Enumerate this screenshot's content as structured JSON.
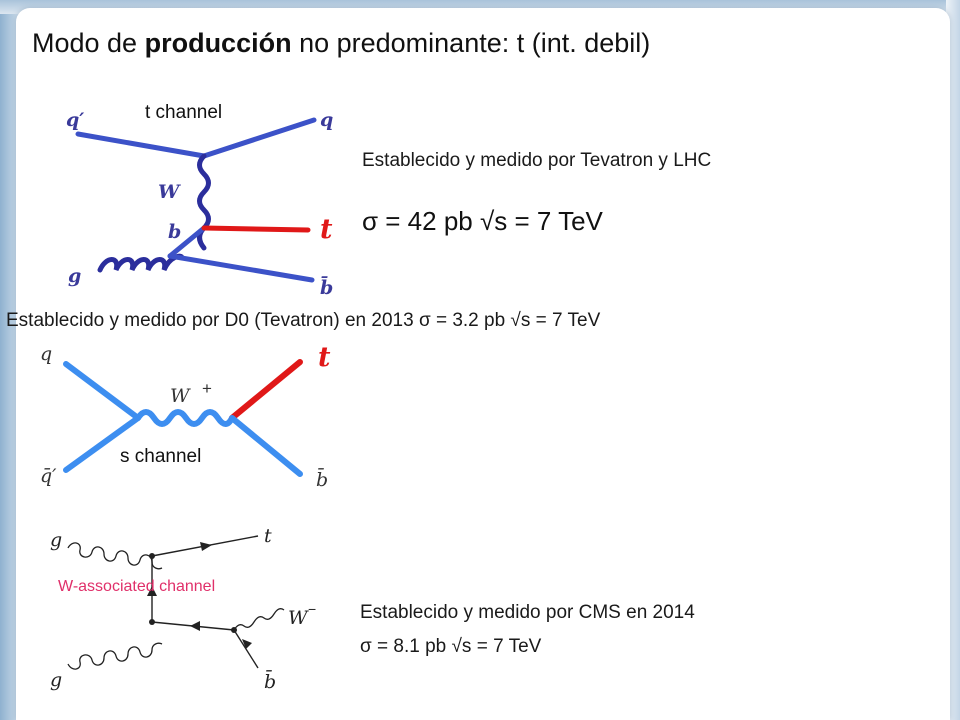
{
  "title": {
    "part1": "Modo de ",
    "bold": "producción",
    "part2": " no predominante: t (int. debil)"
  },
  "t_channel": {
    "label": "t channel",
    "text1": "Establecido y medido por Tevatron y LHC",
    "text2": "σ = 42 pb √s = 7 TeV",
    "particles": {
      "qprime": "q′",
      "q": "q",
      "W": "W",
      "b": "b",
      "g": "g",
      "t": "t",
      "bbar": "b̄"
    }
  },
  "s_channel": {
    "text": "Establecido y medido por D0 (Tevatron) en 2013 σ = 3.2 pb √s = 7 TeV",
    "label": "s channel",
    "particles": {
      "q": "q",
      "qbar_prime": "q̄′",
      "W": "W",
      "W_sign": "+",
      "t": "t",
      "bbar": "b̄"
    }
  },
  "w_associated": {
    "label": "W-associated channel",
    "text1": "Establecido y medido por CMS en 2014",
    "text2": "σ = 8.1 pb √s = 7 TeV",
    "particles": {
      "g_top": "g",
      "g_bottom": "g",
      "t": "t",
      "W": "W",
      "W_sign": "−",
      "bbar": "b̄"
    }
  },
  "colors": {
    "fermion_blue": "#3d8ef0",
    "boson_navy": "#2b2e9c",
    "top_red": "#e01818",
    "label_pink": "#e0306a"
  }
}
